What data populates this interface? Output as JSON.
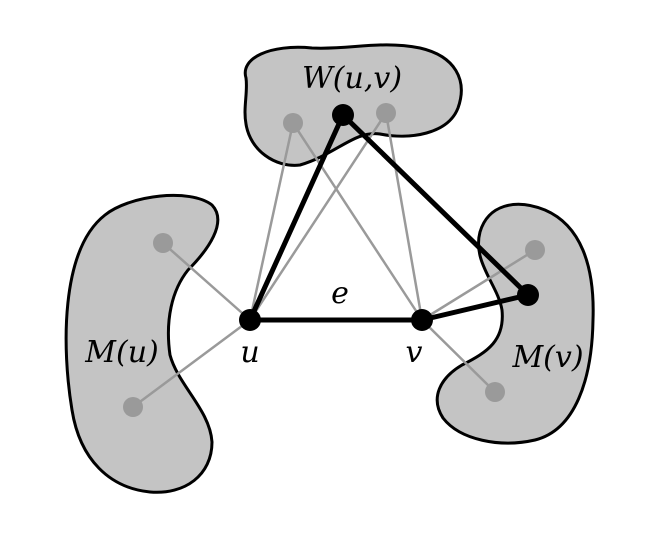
{
  "labels": {
    "w_set": "W(u,v)",
    "m_u": "M(u)",
    "m_v": "M(v)",
    "node_u": "u",
    "node_v": "v",
    "edge_e": "e"
  },
  "colors": {
    "region_fill": "#c4c4c4",
    "gray_edge": "#9a9a9a",
    "black_edge": "#000000"
  }
}
